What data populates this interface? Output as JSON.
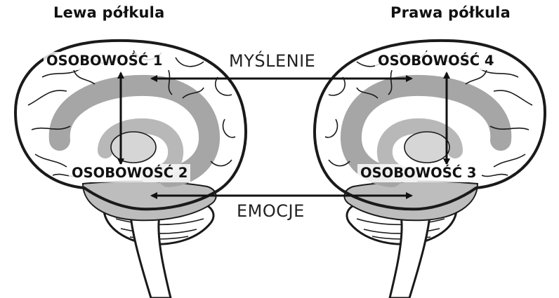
{
  "hemispheres": {
    "left": {
      "title": "Lewa półkula"
    },
    "right": {
      "title": "Prawa półkula"
    }
  },
  "personalities": {
    "p1": "OSOBOWOŚĆ 1",
    "p2": "OSOBOWOŚĆ 2",
    "p3": "OSOBOWOŚĆ 3",
    "p4": "OSOBOWOŚĆ 4"
  },
  "connections": {
    "thinking": "MYŚLENIE",
    "emotions": "EMOCJE"
  },
  "colors": {
    "outline": "#1a1a1a",
    "limbic_shading": "#a6a6a6",
    "arrow": "#111111"
  }
}
